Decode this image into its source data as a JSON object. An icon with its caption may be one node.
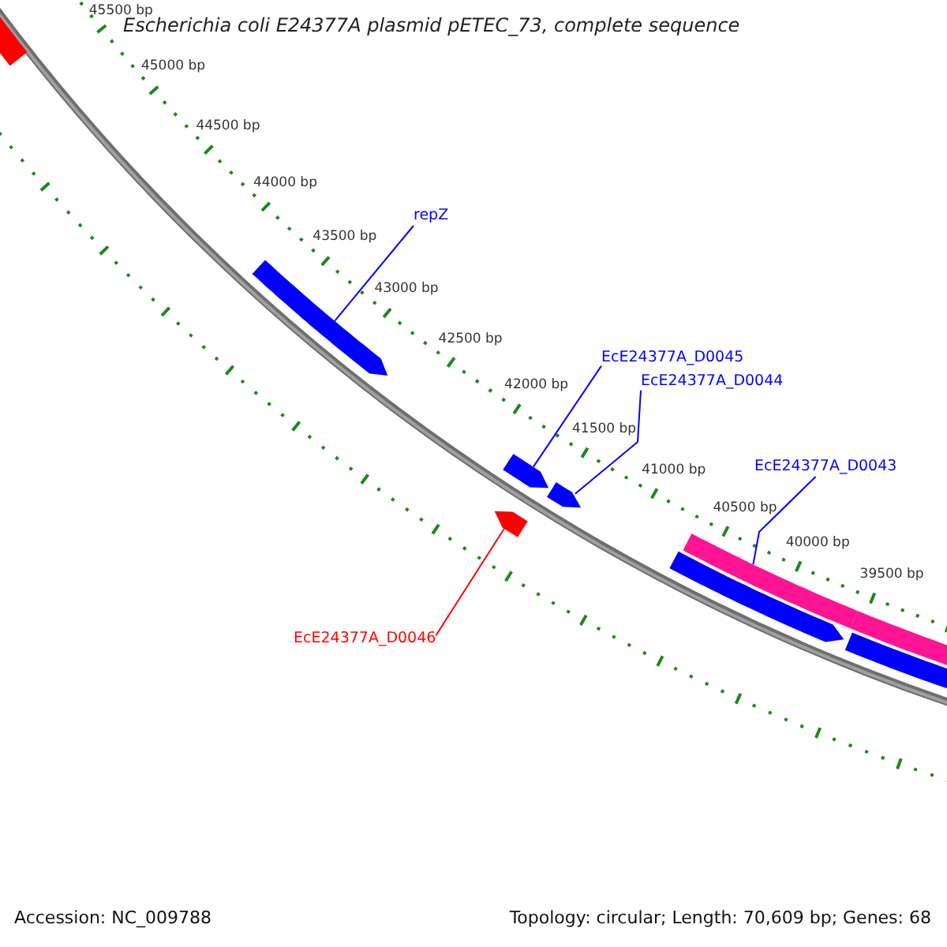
{
  "diagram": {
    "title": "Escherichia coli E24377A plasmid pETEC_73, complete sequence",
    "nodes": [
      {
        "text": [],
        "shape": "bar"
      },
      {
        "text": [
          "repZ"
        ]
      },
      {
        "text": [],
        "shape": "arrow"
      },
      {
        "text": [
          "EcE24377A_D0045"
        ]
      },
      {
        "text": [
          "EcE24377A_D0044"
        ]
      },
      {
        "text": [],
        "shape": "arrow"
      },
      {
        "text": [],
        "shape": "arrow"
      },
      {
        "text": [
          "EcE24377A_D0043"
        ]
      },
      {
        "text": [],
        "shape": "arrow"
      },
      {
        "text": [],
        "shape": "bar"
      },
      {
        "text": [],
        "shape": "arrow"
      },
      {
        "text": [],
        "shape": "bar"
      },
      {
        "text": [],
        "shape": "bar"
      },
      {
        "text": [
          "EcE24377A_D0046"
        ]
      }
    ],
    "edges": [
      {
        "from": 1,
        "to": 2,
        "arrow": "none"
      },
      {
        "from": 3,
        "to": 5,
        "arrow": "none"
      },
      {
        "from": 4,
        "to": 6,
        "arrow": "none"
      },
      {
        "from": 7,
        "to": 9,
        "arrow": "none"
      },
      {
        "from": 13,
        "to": 8,
        "arrow": "none",
        "color": "#ff0000"
      }
    ],
    "labels": [
      "45500 bp",
      "45000 bp",
      "44500 bp",
      "44000 bp",
      "43500 bp",
      "43000 bp",
      "42500 bp",
      "42000 bp",
      "41500 bp",
      "41000 bp",
      "40500 bp",
      "40000 bp",
      "39500 bp",
      "Accession: NC_009788",
      "Topology: circular; Length: 70,609 bp; Genes: 68"
    ]
  }
}
